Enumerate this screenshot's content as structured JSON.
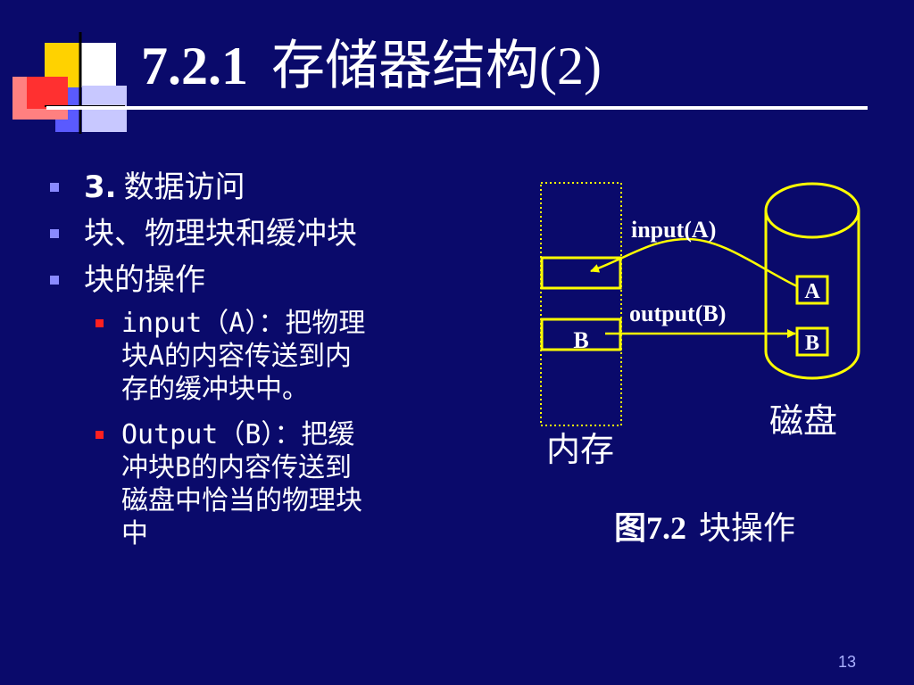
{
  "header": {
    "section_number": "7.2.1",
    "section_title": "存储器结构(2)"
  },
  "bullets": {
    "item1": {
      "number": "3.",
      "text": "数据访问"
    },
    "item2": {
      "text": "块、物理块和缓冲块"
    },
    "item3": {
      "text": "块的操作"
    },
    "sub1": {
      "lines": [
        "input（A）：把物理",
        "块A的内容传送到内",
        "存的缓冲块中。"
      ]
    },
    "sub2": {
      "lines": [
        "Output（B）：把缓",
        "冲块B的内容传送到",
        "磁盘中恰当的物理块",
        "中"
      ]
    }
  },
  "diagram": {
    "memory_label": "内存",
    "disk_label": "磁盘",
    "buffer_b_label": "B",
    "disk_block_a_label": "A",
    "disk_block_b_label": "B",
    "input_label": "input(A)",
    "output_label": "output(B)",
    "caption_number": "图7.2",
    "caption_text": "块操作"
  },
  "footer": {
    "page_number": "13"
  },
  "colors": {
    "background": "#0a0a6b",
    "diagram_yellow": "#ffff00",
    "sub_bullet_red": "#ff2020",
    "bullet_blue": "#8a8aff"
  }
}
